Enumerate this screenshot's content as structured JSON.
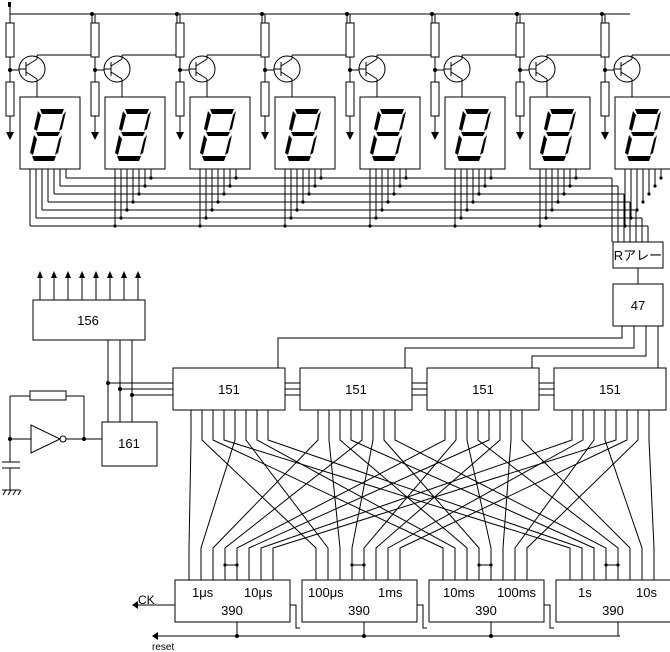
{
  "blocks": {
    "relay_array": "Rアレー",
    "ic_47": "47",
    "ic_156": "156",
    "ic_161": "161",
    "mux": [
      "151",
      "151",
      "151",
      "151"
    ]
  },
  "counters": [
    {
      "left": "1μs",
      "right": "10μs",
      "name": "390"
    },
    {
      "left": "100μs",
      "right": "1ms",
      "name": "390"
    },
    {
      "left": "10ms",
      "right": "100ms",
      "name": "390"
    },
    {
      "left": "1s",
      "right": "10s",
      "name": "390"
    }
  ],
  "signals": {
    "clock": "CK",
    "reset": "reset"
  },
  "digit_count": 8,
  "output_arrow_count": 8
}
